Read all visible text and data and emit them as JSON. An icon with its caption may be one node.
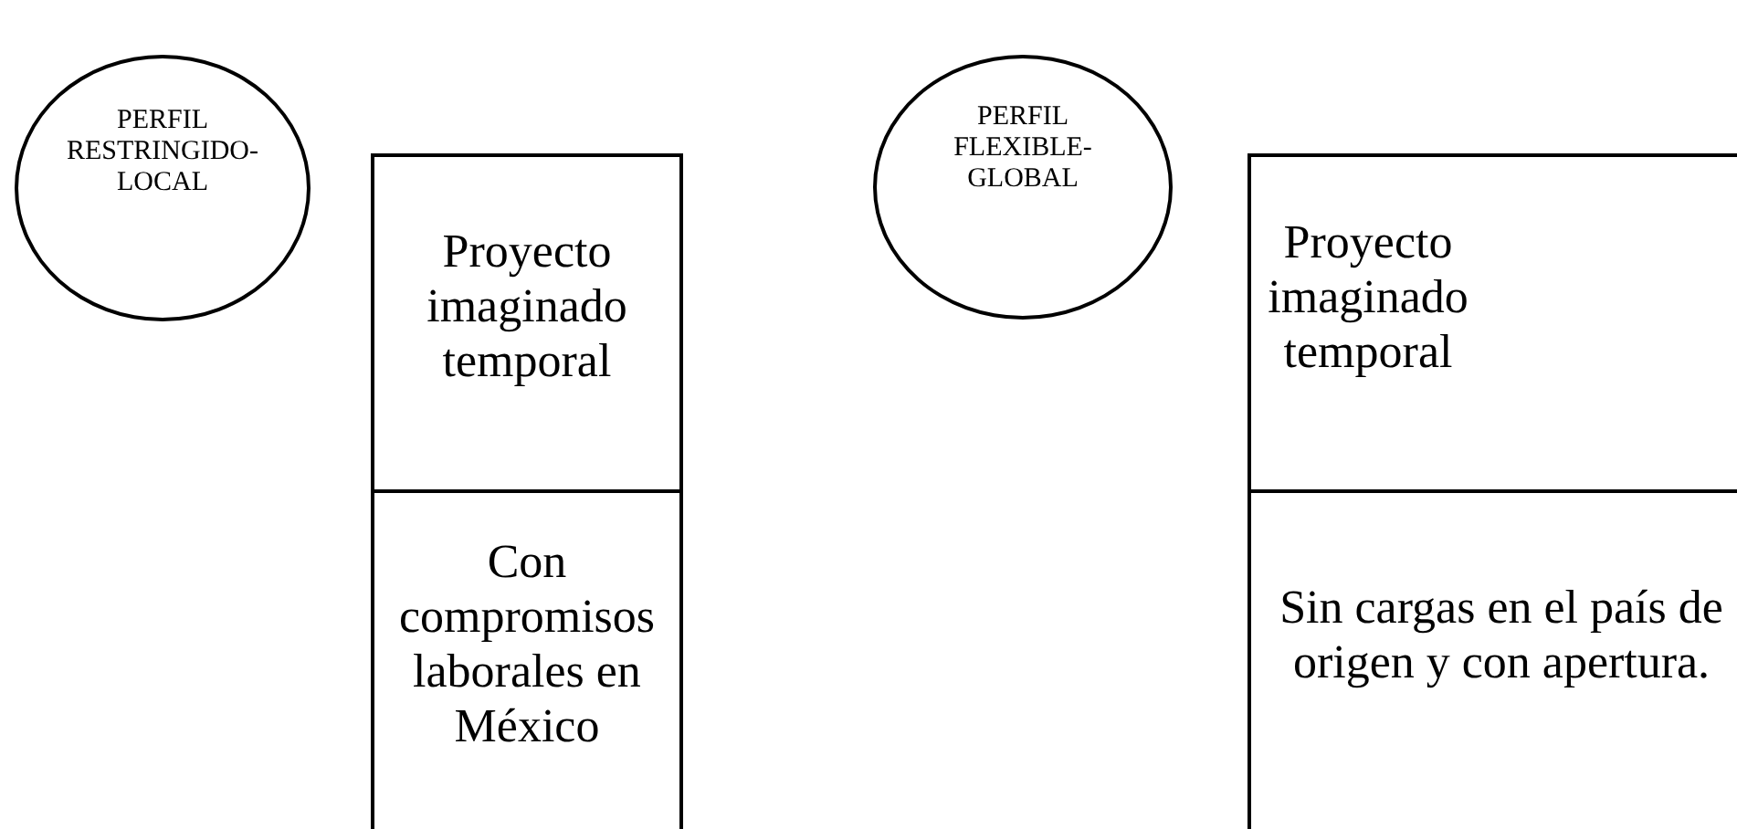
{
  "diagram": {
    "nodes": [
      {
        "text": [
          "PERFIL RESTRINGIDO-LOCAL"
        ]
      },
      {
        "text": [
          "Proyecto imaginado temporal"
        ]
      },
      {
        "text": [
          "Con compromisos laborales en México"
        ]
      },
      {
        "text": [
          "PERFIL FLEXIBLE-GLOBAL"
        ]
      },
      {
        "text": [
          "Proyecto imaginado temporal"
        ]
      },
      {
        "text": [
          "Sin cargas en el país de origen y con apertura."
        ]
      }
    ]
  }
}
